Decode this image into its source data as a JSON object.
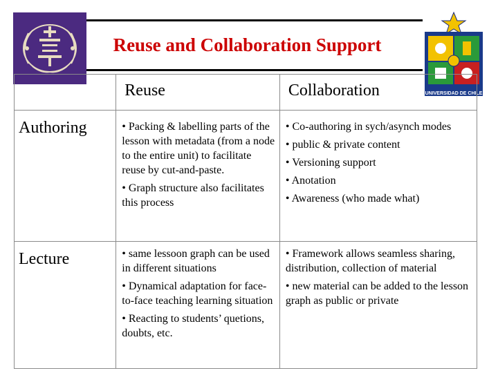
{
  "slide": {
    "title": "Reuse and Collaboration Support",
    "logos": {
      "left": {
        "icon": "university-seal-icon",
        "color": "#4b2a80"
      },
      "right": {
        "icon": "universidad-de-chile-shield-icon",
        "text": "UNIVERSIDAD DE CHILE"
      }
    }
  },
  "table": {
    "headers": [
      "",
      "Reuse",
      "Collaboration"
    ],
    "rows": [
      {
        "label": "Authoring",
        "reuse": [
          "• Packing & labelling parts of the lesson with metadata (from a node to the entire unit) to facilitate reuse by cut-and-paste.",
          "• Graph structure also facilitates this process"
        ],
        "collaboration": [
          "• Co-authoring in sych/asynch modes",
          "• public & private content",
          "• Versioning support",
          "• Anotation",
          "• Awareness (who made what)"
        ]
      },
      {
        "label": "Lecture",
        "reuse": [
          "• same lessoon graph can be used in different situations",
          "• Dynamical adaptation for face-to-face teaching learning situation",
          "• Reacting to students’ quetions, doubts, etc."
        ],
        "collaboration": [
          "• Framework allows seamless sharing, distribution, collection of material",
          "• new material can be added to the lesson graph as public or private"
        ]
      }
    ]
  }
}
